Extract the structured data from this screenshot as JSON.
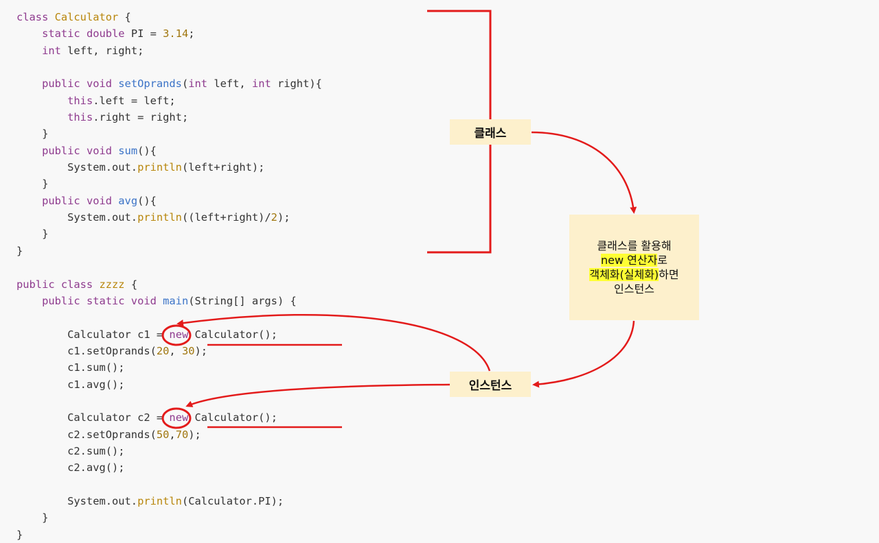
{
  "code_lines": [
    [
      {
        "t": "class ",
        "c": "kw"
      },
      {
        "t": "Calculator",
        "c": "cls"
      },
      {
        "t": " {",
        "c": "plain"
      }
    ],
    [
      {
        "t": "    ",
        "c": "plain"
      },
      {
        "t": "static double",
        "c": "kw"
      },
      {
        "t": " PI = ",
        "c": "plain"
      },
      {
        "t": "3.14",
        "c": "num"
      },
      {
        "t": ";",
        "c": "plain"
      }
    ],
    [
      {
        "t": "    ",
        "c": "plain"
      },
      {
        "t": "int",
        "c": "kw"
      },
      {
        "t": " left, right;",
        "c": "plain"
      }
    ],
    [],
    [
      {
        "t": "    ",
        "c": "plain"
      },
      {
        "t": "public void ",
        "c": "kw"
      },
      {
        "t": "setOprands",
        "c": "fn"
      },
      {
        "t": "(",
        "c": "plain"
      },
      {
        "t": "int",
        "c": "kw"
      },
      {
        "t": " left, ",
        "c": "plain"
      },
      {
        "t": "int",
        "c": "kw"
      },
      {
        "t": " right){",
        "c": "plain"
      }
    ],
    [
      {
        "t": "        ",
        "c": "plain"
      },
      {
        "t": "this",
        "c": "kw"
      },
      {
        "t": ".left = left;",
        "c": "plain"
      }
    ],
    [
      {
        "t": "        ",
        "c": "plain"
      },
      {
        "t": "this",
        "c": "kw"
      },
      {
        "t": ".right = right;",
        "c": "plain"
      }
    ],
    [
      {
        "t": "    }",
        "c": "plain"
      }
    ],
    [
      {
        "t": "    ",
        "c": "plain"
      },
      {
        "t": "public void ",
        "c": "kw"
      },
      {
        "t": "sum",
        "c": "fn"
      },
      {
        "t": "(){",
        "c": "plain"
      }
    ],
    [
      {
        "t": "        System.out.",
        "c": "plain"
      },
      {
        "t": "println",
        "c": "cls"
      },
      {
        "t": "(left+right);",
        "c": "plain"
      }
    ],
    [
      {
        "t": "    }",
        "c": "plain"
      }
    ],
    [
      {
        "t": "    ",
        "c": "plain"
      },
      {
        "t": "public void ",
        "c": "kw"
      },
      {
        "t": "avg",
        "c": "fn"
      },
      {
        "t": "(){",
        "c": "plain"
      }
    ],
    [
      {
        "t": "        System.out.",
        "c": "plain"
      },
      {
        "t": "println",
        "c": "cls"
      },
      {
        "t": "((left+right)/",
        "c": "plain"
      },
      {
        "t": "2",
        "c": "num"
      },
      {
        "t": ");",
        "c": "plain"
      }
    ],
    [
      {
        "t": "    }",
        "c": "plain"
      }
    ],
    [
      {
        "t": "}",
        "c": "plain"
      }
    ],
    [],
    [
      {
        "t": "public class ",
        "c": "kw"
      },
      {
        "t": "zzzz",
        "c": "cls"
      },
      {
        "t": " {",
        "c": "plain"
      }
    ],
    [
      {
        "t": "    ",
        "c": "plain"
      },
      {
        "t": "public static void ",
        "c": "kw"
      },
      {
        "t": "main",
        "c": "fn"
      },
      {
        "t": "(String[] args) {",
        "c": "plain"
      }
    ],
    [],
    [
      {
        "t": "        Calculator ",
        "c": "plain"
      },
      {
        "t": "c1",
        "c": "circled"
      },
      {
        "t": " = ",
        "c": "plain"
      },
      {
        "t": "new",
        "c": "kw"
      },
      {
        "t": " Calculator();",
        "c": "plain"
      }
    ],
    [
      {
        "t": "        c1.setOprands(",
        "c": "plain"
      },
      {
        "t": "20",
        "c": "num"
      },
      {
        "t": ", ",
        "c": "plain"
      },
      {
        "t": "30",
        "c": "num"
      },
      {
        "t": ");",
        "c": "plain"
      }
    ],
    [
      {
        "t": "        c1.sum();",
        "c": "plain"
      }
    ],
    [
      {
        "t": "        c1.avg();",
        "c": "plain"
      }
    ],
    [],
    [
      {
        "t": "        Calculator ",
        "c": "plain"
      },
      {
        "t": "c2",
        "c": "circled"
      },
      {
        "t": " = ",
        "c": "plain"
      },
      {
        "t": "new",
        "c": "kw"
      },
      {
        "t": " Calculator();",
        "c": "plain"
      }
    ],
    [
      {
        "t": "        c2.setOprands(",
        "c": "plain"
      },
      {
        "t": "50",
        "c": "num"
      },
      {
        "t": ",",
        "c": "plain"
      },
      {
        "t": "70",
        "c": "num"
      },
      {
        "t": ");",
        "c": "plain"
      }
    ],
    [
      {
        "t": "        c2.sum();",
        "c": "plain"
      }
    ],
    [
      {
        "t": "        c2.avg();",
        "c": "plain"
      }
    ],
    [],
    [
      {
        "t": "        System.out.",
        "c": "plain"
      },
      {
        "t": "println",
        "c": "cls"
      },
      {
        "t": "(Calculator.PI);",
        "c": "plain"
      }
    ],
    [
      {
        "t": "    }",
        "c": "plain"
      }
    ],
    [
      {
        "t": "}",
        "c": "plain"
      }
    ]
  ],
  "labels": {
    "class_label": "클래스",
    "instance_label": "인스턴스"
  },
  "note": {
    "line1": "클래스를 활용해",
    "line2_hl": "new 연산자",
    "line2_rest": "로",
    "line3_hl": "객체화(실체화)",
    "line3_rest": "하면",
    "line4": "인스턴스"
  },
  "colors": {
    "annotation_red": "#e31b1b",
    "label_bg": "#fdf0cc",
    "highlight": "#ffff33"
  }
}
